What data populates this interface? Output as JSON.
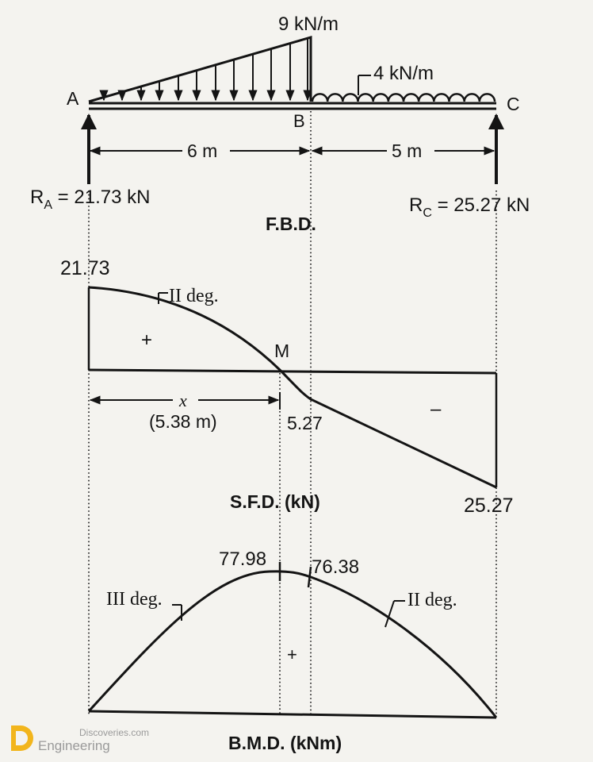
{
  "fbd": {
    "udl_tri_label": "9 kN/m",
    "udl_uni_label": "4 kN/m",
    "point_a": "A",
    "point_b": "B",
    "point_c": "C",
    "span_ab": "6 m",
    "span_bc": "5 m",
    "reaction_a": "R<sub>A</sub> = 21.73 kN",
    "reaction_a_text": "RA = 21.73 kN",
    "reaction_c_text": "RC = 25.27 kN",
    "title": "F.B.D."
  },
  "sfd": {
    "value_a": "21.73",
    "curve_label": "II deg.",
    "plus": "+",
    "minus": "–",
    "point_m": "M",
    "x_symbol": "x",
    "x_value": "(5.38 m)",
    "value_b": "5.27",
    "value_c": "25.27",
    "title": "S.F.D. (kN)"
  },
  "bmd": {
    "max_value": "77.98",
    "value_b": "76.38",
    "left_label": "III deg.",
    "right_label": "II deg.",
    "plus": "+",
    "title": "B.M.D. (kNm)"
  },
  "logo": {
    "line1": "Discoveries.com",
    "line2": "Engineering",
    "mark_color": "#f2b51c"
  }
}
